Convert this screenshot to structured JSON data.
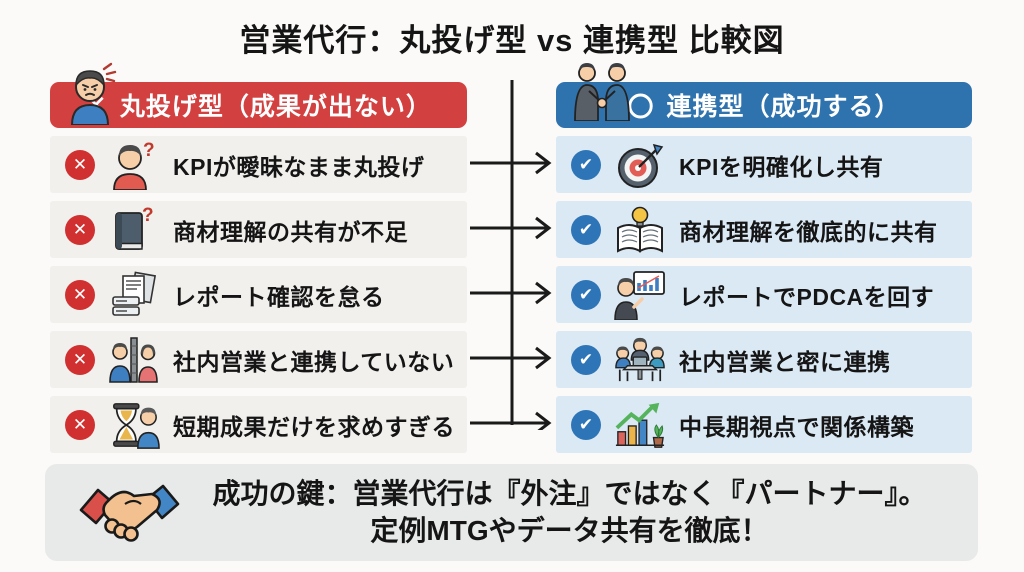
{
  "page": {
    "title": "営業代行：丸投げ型 vs 連携型 比較図",
    "colors": {
      "bad_header_bg": "#d34040",
      "good_header_bg": "#2e72ae",
      "bad_badge": "#d13030",
      "good_badge": "#2e75b8",
      "bad_row_bg": "#f2f0ed",
      "good_row_bg": "#dbe9f5",
      "footer_bg": "#e7eae8",
      "text": "#151515"
    }
  },
  "glyphs": {
    "cross": "✕",
    "check": "✔"
  },
  "bad_column": {
    "mark": "✕",
    "title": "丸投げ型（成果が出ない）",
    "header_icon": "frustrated-person-icon",
    "rows": [
      {
        "icon": "person-question-icon",
        "text": "KPIが曖昧なまま丸投げ"
      },
      {
        "icon": "book-question-icon",
        "text": "商材理解の共有が不足"
      },
      {
        "icon": "documents-stack-icon",
        "text": "レポート確認を怠る"
      },
      {
        "icon": "people-divided-icon",
        "text": "社内営業と連携していない"
      },
      {
        "icon": "hourglass-person-icon",
        "text": "短期成果だけを求めすぎる"
      }
    ]
  },
  "good_column": {
    "mark": "〇",
    "title": "連携型（成功する）",
    "header_icon": "handshake-people-icon",
    "rows": [
      {
        "icon": "target-dart-icon",
        "text": "KPIを明確化し共有"
      },
      {
        "icon": "open-book-lightbulb-icon",
        "text": "商材理解を徹底的に共有"
      },
      {
        "icon": "presenter-chart-icon",
        "text": "レポートでPDCAを回す"
      },
      {
        "icon": "team-meeting-icon",
        "text": "社内営業と密に連携"
      },
      {
        "icon": "growth-plant-icon",
        "text": "中長期視点で関係構築"
      }
    ]
  },
  "footer": {
    "icon": "handshake-icon",
    "line1": "成功の鍵：営業代行は『外注』ではなく『パートナー』。",
    "line2": "定例MTGやデータ共有を徹底！"
  }
}
